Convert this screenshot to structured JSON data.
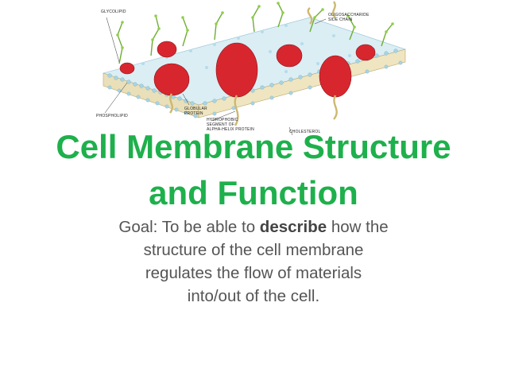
{
  "diagram": {
    "labels": {
      "glycolipid": "GLYCOLIPID",
      "oligosaccharide_1": "OLIGOSACCHARIDE",
      "oligosaccharide_2": "SIDE CHAIN",
      "phospholipid": "PHOSPHOLIPID",
      "globular_1": "GLOBULAR",
      "globular_2": "PROTEIN",
      "hydrophobic_1": "HYDROPHOBIC",
      "hydrophobic_2": "SEGMENT OF",
      "hydrophobic_3": "ALPHA-HELIX PROTEIN",
      "cholesterol": "CHOLESTEROL"
    },
    "colors": {
      "protein": "#d8262f",
      "phospholipid_head": "#9ecfe0",
      "tail": "#e8d9a8",
      "glyco_chain": "#7fbf3f",
      "leader_line": "#333333"
    }
  },
  "title": {
    "line1": "Cell Membrane Structure",
    "line2": "and Function",
    "color": "#1eb04c"
  },
  "goal": {
    "prefix": "Goal: To be able to ",
    "emphasis": "describe",
    "suffix": " how the",
    "line2": "structure of the cell membrane",
    "line3": "regulates the flow of materials",
    "line4": "into/out of the cell."
  }
}
